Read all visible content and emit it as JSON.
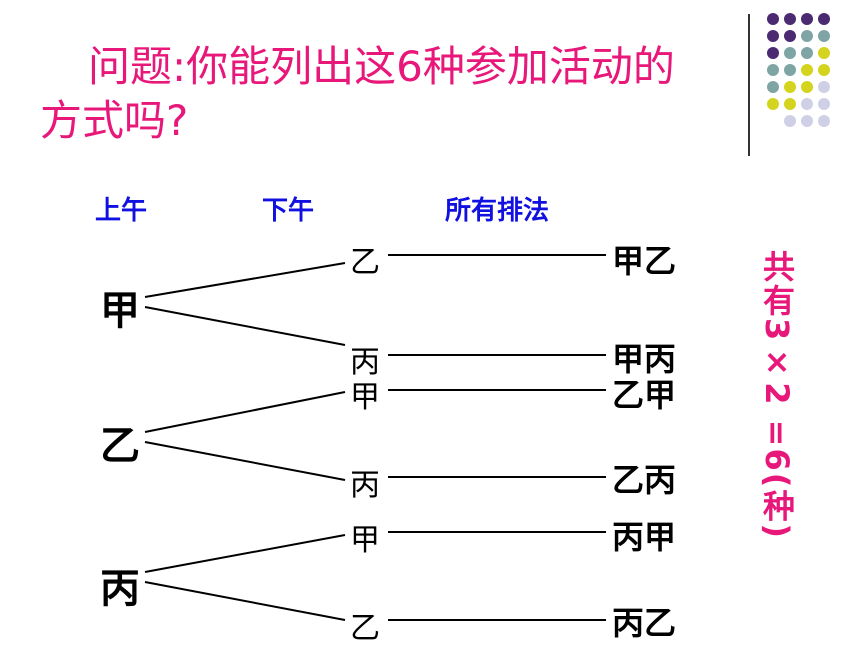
{
  "title": {
    "line1": "问题:你能列出这6种参加活动的",
    "line2": "方式吗?"
  },
  "headers": {
    "morning": "上午",
    "afternoon": "下午",
    "all": "所有排法"
  },
  "tree": [
    {
      "morning": "甲",
      "branches": [
        {
          "afternoon": "乙",
          "result": "甲乙"
        },
        {
          "afternoon": "丙",
          "result": "甲丙"
        }
      ]
    },
    {
      "morning": "乙",
      "branches": [
        {
          "afternoon": "甲",
          "result": "乙甲"
        },
        {
          "afternoon": "丙",
          "result": "乙丙"
        }
      ]
    },
    {
      "morning": "丙",
      "branches": [
        {
          "afternoon": "甲",
          "result": "丙甲"
        },
        {
          "afternoon": "乙",
          "result": "丙乙"
        }
      ]
    }
  ],
  "total": "共有3×2 =6(种)",
  "colors": {
    "title": "#e8177a",
    "header": "#1010e0",
    "dots_purple": "#4b2a72",
    "dots_teal": "#7fa4a4",
    "dots_yellow": "#d4d41e",
    "dots_lavender": "#cfd0e6"
  }
}
